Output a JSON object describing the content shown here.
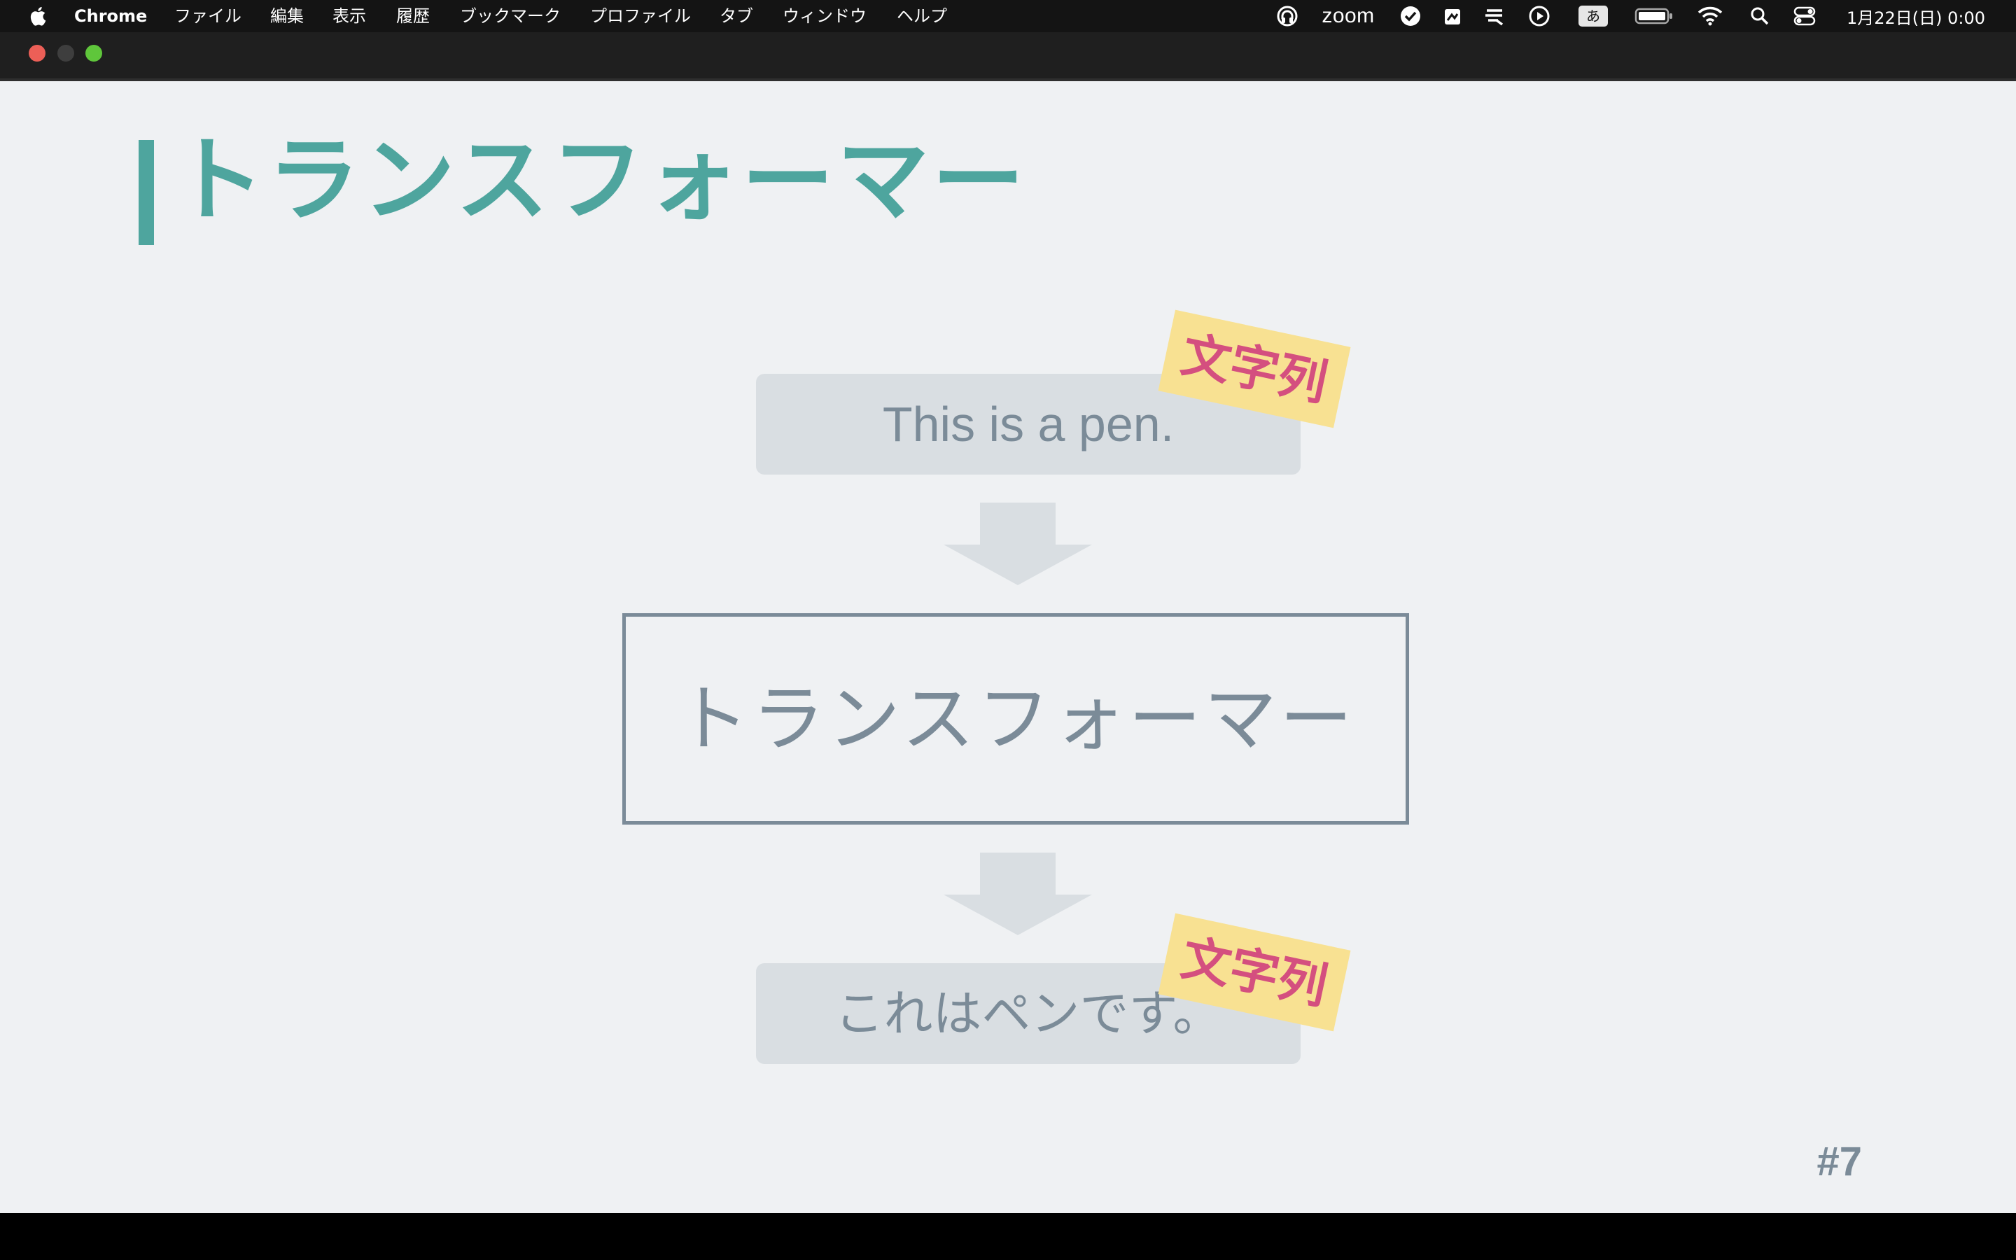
{
  "menubar": {
    "app_name": "Chrome",
    "items": [
      "ファイル",
      "編集",
      "表示",
      "履歴",
      "ブックマーク",
      "プロファイル",
      "タブ",
      "ウィンドウ",
      "ヘルプ"
    ],
    "status": {
      "zoom_label": "zoom",
      "input_method": "あ",
      "clock": "1月22日(日) 0:00"
    },
    "icons": [
      "apple-icon",
      "headset-icon",
      "checkmark-circle-icon",
      "clipboard-icon",
      "rakuten-icon",
      "play-icon",
      "input-method-icon",
      "battery-icon",
      "wifi-icon",
      "search-icon",
      "control-center-icon"
    ]
  },
  "window": {
    "controls": [
      "close",
      "minimize",
      "zoom"
    ]
  },
  "slide": {
    "title": "トランスフォーマー",
    "input_text": "This is a pen.",
    "input_tag": "文字列",
    "model_label": "トランスフォーマー",
    "output_text": "これはペンです。",
    "output_tag": "文字列",
    "page_number": "#7"
  },
  "colors": {
    "accent": "#4ea59e",
    "muted_text": "#7b8b98",
    "pill_bg": "#d9dee2",
    "sticky_bg": "#f8e192",
    "sticky_text": "#d44f7f",
    "slide_bg": "#eff1f3"
  }
}
